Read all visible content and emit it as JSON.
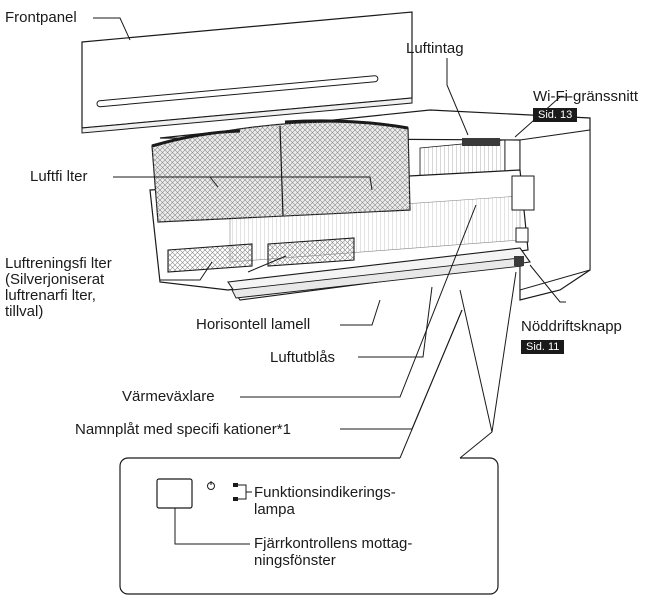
{
  "labels": {
    "frontpanel": "Frontpanel",
    "luftintag": "Luftintag",
    "wifi": "Wi-Fi-gränssnitt",
    "wifi_ref": "Sid. 13",
    "luftfilter": "Luftfi lter",
    "luftreningsfilter": [
      "Luftreningsfi lter",
      "(Silverjoniserat",
      "luftrenarfi lter,",
      "tillval)"
    ],
    "horisontell_lamell": "Horisontell lamell",
    "nodrift": "Nöddriftsknapp",
    "nodrift_ref": "Sid. 11",
    "luftutblas": "Luftutblås",
    "varmevaxlare": "Värmeväxlare",
    "namnplat": "Namnplåt med specifi kationer*1",
    "funktion": [
      "Funktionsindikerings-",
      "lampa"
    ],
    "fjarr": [
      "Fjärrkontrollens mottag-",
      "ningsfönster"
    ]
  },
  "colors": {
    "line": "#1a1a1a",
    "panel_fill": "#ffffff",
    "filter_fill": "#e6e6e6",
    "mesh": "#8a8a8a",
    "dark_strip": "#3a3a3a",
    "badge_bg": "#1a1a1a"
  }
}
